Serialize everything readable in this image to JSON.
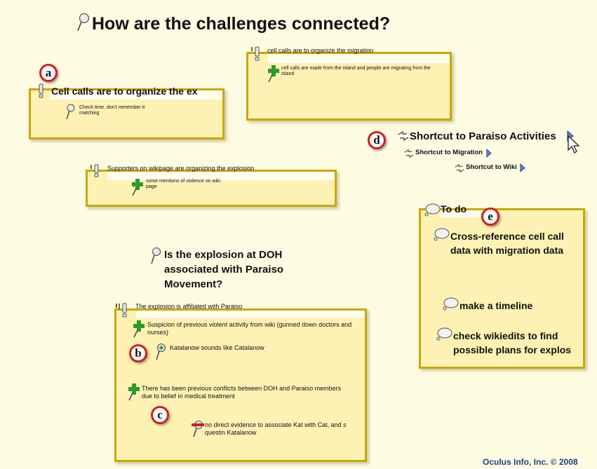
{
  "title": "How are the challenges connected?",
  "box_a": {
    "badge": "a",
    "header": "Cell calls are to organize the ex",
    "note": "Check time, don't remember it matching"
  },
  "box_migration": {
    "header": "cell calls are to organize the migration",
    "note": "cell calls are made from the island and people are migrating from the island"
  },
  "box_supporters": {
    "header": "Supporters on wikipage are organizing the explosion",
    "note": "some mentions of violence on wiki page"
  },
  "shortcuts": {
    "badge": "d",
    "main": "Shortcut to Paraiso Activities",
    "migration": "Shortcut to Migration",
    "wiki": "Shortcut to Wiki"
  },
  "todo": {
    "badge": "e",
    "title": "To do",
    "items": [
      "Cross-reference cell call data with migration data",
      "make a timeline",
      "check wikiedits to find possible plans for explos"
    ]
  },
  "question": "Is the explosion at DOH associated with Paraiso Movement?",
  "box_explosion": {
    "header": "The explosion is affiliated with Paraiso",
    "evidence1": "Suspicion of previous violent activity from wiki (gunned down doctors and nurses)",
    "badge_b": "b",
    "note_b": "Katalanow sounds like Catalanow",
    "evidence2": "There has been previous conflicts between DOH and Paraiso members due to belief in medical treatment",
    "badge_c": "c",
    "note_c": "no direct evidence to associate Kat with Cat, and s questin Katalanow"
  },
  "footer": "Oculus Info, Inc. © 2008",
  "colors": {
    "box_border": "#c9a800",
    "box_fill": "#fdf2b4",
    "badge_ring": "#d0201c",
    "support_green": "#2f9a2a",
    "refute_red": "#d02020",
    "footer_blue": "#1f3f8a"
  }
}
